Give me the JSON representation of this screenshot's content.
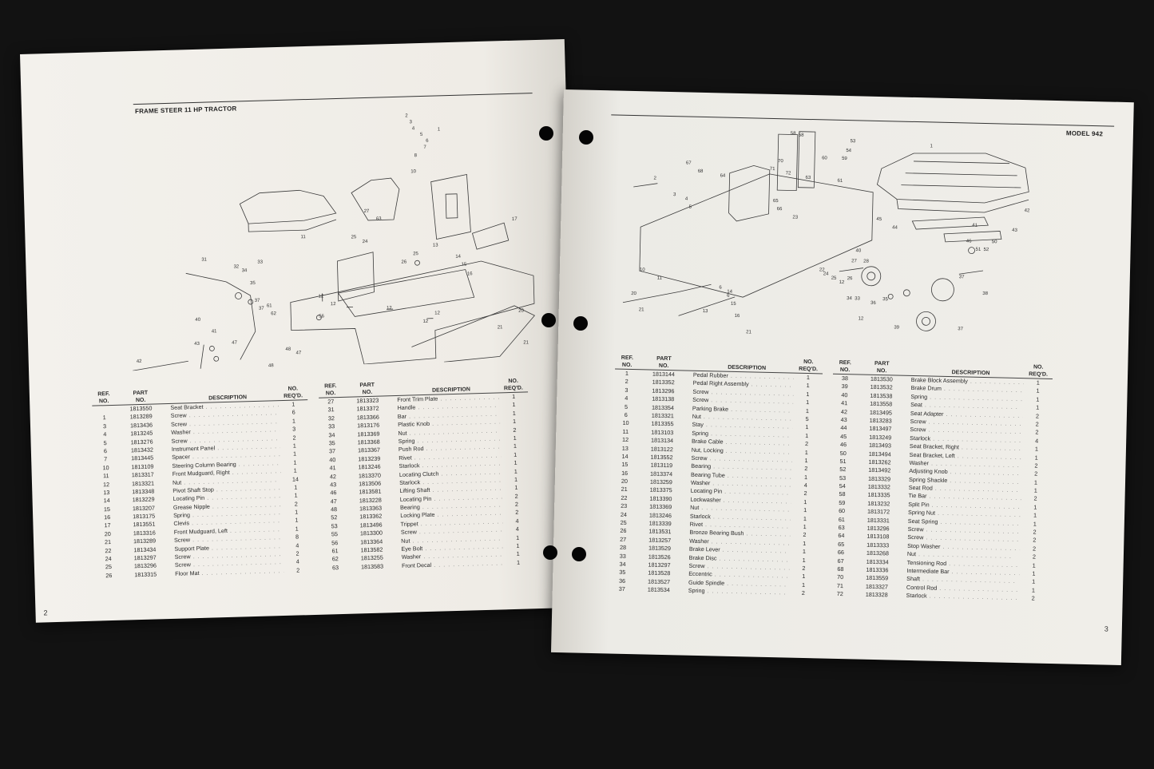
{
  "left_page": {
    "section_title": "FRAME STEER 11 HP TRACTOR",
    "page_number": "2",
    "headers": {
      "ref": [
        "REF.",
        "NO."
      ],
      "part": [
        "PART",
        "NO."
      ],
      "desc": "DESCRIPTION",
      "qty": [
        "NO.",
        "REQ'D."
      ]
    },
    "table_a": [
      {
        "ref": "",
        "part": "1813550",
        "desc": "Seat Bracket",
        "qty": "1"
      },
      {
        "ref": "1",
        "part": "1813289",
        "desc": "Screw",
        "qty": "6"
      },
      {
        "ref": "3",
        "part": "1813436",
        "desc": "Screw",
        "qty": "1"
      },
      {
        "ref": "4",
        "part": "1813245",
        "desc": "Washer",
        "qty": "3"
      },
      {
        "ref": "5",
        "part": "1813276",
        "desc": "Screw",
        "qty": "2"
      },
      {
        "ref": "6",
        "part": "1813432",
        "desc": "Instrument Panel",
        "qty": "1"
      },
      {
        "ref": "7",
        "part": "1813445",
        "desc": "Spacer",
        "qty": "1"
      },
      {
        "ref": "10",
        "part": "1813109",
        "desc": "Steering Column Bearing",
        "qty": "1"
      },
      {
        "ref": "11",
        "part": "1813317",
        "desc": "Front Mudguard, Right",
        "qty": "1"
      },
      {
        "ref": "12",
        "part": "1813321",
        "desc": "Nut",
        "qty": "14"
      },
      {
        "ref": "13",
        "part": "1813348",
        "desc": "Pivot Shaft Stop",
        "qty": "1"
      },
      {
        "ref": "14",
        "part": "1813229",
        "desc": "Locating Pin",
        "qty": "1"
      },
      {
        "ref": "15",
        "part": "1813207",
        "desc": "Grease Nipple",
        "qty": "2"
      },
      {
        "ref": "16",
        "part": "1813175",
        "desc": "Spring",
        "qty": "1"
      },
      {
        "ref": "17",
        "part": "1813551",
        "desc": "Clevis",
        "qty": "1"
      },
      {
        "ref": "20",
        "part": "1813316",
        "desc": "Front Mudguard, Left",
        "qty": "1"
      },
      {
        "ref": "21",
        "part": "1813289",
        "desc": "Screw",
        "qty": "8"
      },
      {
        "ref": "22",
        "part": "1813434",
        "desc": "Support Plate",
        "qty": "4"
      },
      {
        "ref": "24",
        "part": "1813297",
        "desc": "Screw",
        "qty": "2"
      },
      {
        "ref": "25",
        "part": "1813296",
        "desc": "Screw",
        "qty": "4"
      },
      {
        "ref": "26",
        "part": "1813315",
        "desc": "Floor Mat",
        "qty": "2"
      }
    ],
    "table_b": [
      {
        "ref": "27",
        "part": "1813323",
        "desc": "Front Trim Plate",
        "qty": "1"
      },
      {
        "ref": "31",
        "part": "1813372",
        "desc": "Handle",
        "qty": "1"
      },
      {
        "ref": "32",
        "part": "1813366",
        "desc": "Bar",
        "qty": "1"
      },
      {
        "ref": "33",
        "part": "1813176",
        "desc": "Plastic Knob",
        "qty": "1"
      },
      {
        "ref": "34",
        "part": "1813369",
        "desc": "Nut",
        "qty": "2"
      },
      {
        "ref": "35",
        "part": "1813368",
        "desc": "Spring",
        "qty": "1"
      },
      {
        "ref": "37",
        "part": "1813367",
        "desc": "Push Rod",
        "qty": "1"
      },
      {
        "ref": "40",
        "part": "1813239",
        "desc": "Rivet",
        "qty": "1"
      },
      {
        "ref": "41",
        "part": "1813246",
        "desc": "Starlock",
        "qty": "1"
      },
      {
        "ref": "42",
        "part": "1813370",
        "desc": "Locating Clutch",
        "qty": "1"
      },
      {
        "ref": "43",
        "part": "1813506",
        "desc": "Starlock",
        "qty": "1"
      },
      {
        "ref": "46",
        "part": "1813581",
        "desc": "Lifting Shaft",
        "qty": "1"
      },
      {
        "ref": "47",
        "part": "1813228",
        "desc": "Locating Pin",
        "qty": "2"
      },
      {
        "ref": "48",
        "part": "1813363",
        "desc": "Bearing",
        "qty": "2"
      },
      {
        "ref": "52",
        "part": "1813362",
        "desc": "Locking Plate",
        "qty": "2"
      },
      {
        "ref": "53",
        "part": "1813496",
        "desc": "Trippet",
        "qty": "4"
      },
      {
        "ref": "55",
        "part": "1813300",
        "desc": "Screw",
        "qty": "4"
      },
      {
        "ref": "56",
        "part": "1813364",
        "desc": "Nut",
        "qty": "1"
      },
      {
        "ref": "61",
        "part": "1813582",
        "desc": "Eye Bolt",
        "qty": "1"
      },
      {
        "ref": "62",
        "part": "1813255",
        "desc": "Washer",
        "qty": "1"
      },
      {
        "ref": "63",
        "part": "1813583",
        "desc": "Front Decal",
        "qty": "1"
      }
    ],
    "callouts": [
      "1",
      "2",
      "3",
      "4",
      "5",
      "6",
      "7",
      "8",
      "10",
      "11",
      "12",
      "12",
      "12",
      "12",
      "12",
      "13",
      "14",
      "15",
      "16",
      "17",
      "20",
      "21",
      "21",
      "24",
      "25",
      "25",
      "26",
      "27",
      "31",
      "32",
      "33",
      "34",
      "35",
      "37",
      "37",
      "40",
      "41",
      "42",
      "43",
      "46",
      "47",
      "47",
      "48",
      "48",
      "52",
      "53",
      "55",
      "56",
      "61",
      "62",
      "63"
    ]
  },
  "right_page": {
    "section_title": "MODEL 942",
    "page_number": "3",
    "headers": {
      "ref": [
        "REF.",
        "NO."
      ],
      "part": [
        "PART",
        "NO."
      ],
      "desc": "DESCRIPTION",
      "qty": [
        "NO.",
        "REQ'D."
      ]
    },
    "table_a": [
      {
        "ref": "1",
        "part": "1813144",
        "desc": "Pedal Rubber",
        "qty": "1"
      },
      {
        "ref": "2",
        "part": "1813352",
        "desc": "Pedal Right Assembly",
        "qty": "1"
      },
      {
        "ref": "3",
        "part": "1813296",
        "desc": "Screw",
        "qty": "1"
      },
      {
        "ref": "4",
        "part": "1813138",
        "desc": "Screw",
        "qty": "1"
      },
      {
        "ref": "5",
        "part": "1813354",
        "desc": "Parking Brake",
        "qty": "1"
      },
      {
        "ref": "6",
        "part": "1813321",
        "desc": "Nut",
        "qty": "5"
      },
      {
        "ref": "10",
        "part": "1813355",
        "desc": "Stay",
        "qty": "1"
      },
      {
        "ref": "11",
        "part": "1813103",
        "desc": "Spring",
        "qty": "1"
      },
      {
        "ref": "12",
        "part": "1813134",
        "desc": "Brake Cable",
        "qty": "2"
      },
      {
        "ref": "13",
        "part": "1813122",
        "desc": "Nut, Locking",
        "qty": "1"
      },
      {
        "ref": "14",
        "part": "1813552",
        "desc": "Screw",
        "qty": "1"
      },
      {
        "ref": "15",
        "part": "1813119",
        "desc": "Bearing",
        "qty": "2"
      },
      {
        "ref": "16",
        "part": "1813374",
        "desc": "Bearing Tube",
        "qty": "1"
      },
      {
        "ref": "20",
        "part": "1813259",
        "desc": "Washer",
        "qty": "4"
      },
      {
        "ref": "21",
        "part": "1813375",
        "desc": "Locating Pin",
        "qty": "2"
      },
      {
        "ref": "22",
        "part": "1813390",
        "desc": "Lockwasher",
        "qty": "1"
      },
      {
        "ref": "23",
        "part": "1813369",
        "desc": "Nut",
        "qty": "1"
      },
      {
        "ref": "24",
        "part": "1813246",
        "desc": "Starlock",
        "qty": "1"
      },
      {
        "ref": "25",
        "part": "1813339",
        "desc": "Rivet",
        "qty": "1"
      },
      {
        "ref": "26",
        "part": "1813531",
        "desc": "Bronze Bearing Bush",
        "qty": "2"
      },
      {
        "ref": "27",
        "part": "1813257",
        "desc": "Washer",
        "qty": "1"
      },
      {
        "ref": "28",
        "part": "1813529",
        "desc": "Brake Lever",
        "qty": "1"
      },
      {
        "ref": "33",
        "part": "1813526",
        "desc": "Brake Disc",
        "qty": "1"
      },
      {
        "ref": "34",
        "part": "1813297",
        "desc": "Screw",
        "qty": "2"
      },
      {
        "ref": "35",
        "part": "1813528",
        "desc": "Eccentric",
        "qty": "1"
      },
      {
        "ref": "36",
        "part": "1813527",
        "desc": "Guide Spindle",
        "qty": "1"
      },
      {
        "ref": "37",
        "part": "1813534",
        "desc": "Spring",
        "qty": "2"
      }
    ],
    "table_b": [
      {
        "ref": "38",
        "part": "1813530",
        "desc": "Brake Block Assembly",
        "qty": "1"
      },
      {
        "ref": "39",
        "part": "1813532",
        "desc": "Brake Drum",
        "qty": "1"
      },
      {
        "ref": "40",
        "part": "1813538",
        "desc": "Spring",
        "qty": "1"
      },
      {
        "ref": "41",
        "part": "1813558",
        "desc": "Seat",
        "qty": "1"
      },
      {
        "ref": "42",
        "part": "1813495",
        "desc": "Seat Adapter",
        "qty": "2"
      },
      {
        "ref": "43",
        "part": "1813283",
        "desc": "Screw",
        "qty": "2"
      },
      {
        "ref": "44",
        "part": "1813497",
        "desc": "Screw",
        "qty": "2"
      },
      {
        "ref": "45",
        "part": "1813249",
        "desc": "Starlock",
        "qty": "4"
      },
      {
        "ref": "46",
        "part": "1813493",
        "desc": "Seat Bracket, Right",
        "qty": "1"
      },
      {
        "ref": "50",
        "part": "1813494",
        "desc": "Seat Bracket, Left",
        "qty": "1"
      },
      {
        "ref": "51",
        "part": "1813262",
        "desc": "Washer",
        "qty": "2"
      },
      {
        "ref": "52",
        "part": "1813492",
        "desc": "Adjusting Knob",
        "qty": "2"
      },
      {
        "ref": "53",
        "part": "1813329",
        "desc": "Spring Shackle",
        "qty": "1"
      },
      {
        "ref": "54",
        "part": "1813332",
        "desc": "Seat Rod",
        "qty": "1"
      },
      {
        "ref": "58",
        "part": "1813335",
        "desc": "Tie Bar",
        "qty": "2"
      },
      {
        "ref": "59",
        "part": "1813232",
        "desc": "Split Pin",
        "qty": "1"
      },
      {
        "ref": "60",
        "part": "1813172",
        "desc": "Spring Nut",
        "qty": "1"
      },
      {
        "ref": "61",
        "part": "1813331",
        "desc": "Seat Spring",
        "qty": "1"
      },
      {
        "ref": "63",
        "part": "1813296",
        "desc": "Screw",
        "qty": "2"
      },
      {
        "ref": "64",
        "part": "1813108",
        "desc": "Screw",
        "qty": "2"
      },
      {
        "ref": "65",
        "part": "1813333",
        "desc": "Stop Washer",
        "qty": "2"
      },
      {
        "ref": "66",
        "part": "1813268",
        "desc": "Nut",
        "qty": "2"
      },
      {
        "ref": "67",
        "part": "1813334",
        "desc": "Tensioning Rod",
        "qty": "1"
      },
      {
        "ref": "68",
        "part": "1813336",
        "desc": "Intermediate Bar",
        "qty": "1"
      },
      {
        "ref": "70",
        "part": "1813559",
        "desc": "Shaft",
        "qty": "1"
      },
      {
        "ref": "71",
        "part": "1813327",
        "desc": "Control Rod",
        "qty": "1"
      },
      {
        "ref": "72",
        "part": "1813328",
        "desc": "Starlock",
        "qty": "2"
      }
    ],
    "callouts": [
      "1",
      "2",
      "3",
      "4",
      "5",
      "6",
      "6",
      "10",
      "11",
      "12",
      "12",
      "13",
      "14",
      "15",
      "16",
      "20",
      "21",
      "21",
      "22",
      "23",
      "24",
      "25",
      "26",
      "27",
      "28",
      "33",
      "34",
      "35",
      "36",
      "37",
      "37",
      "38",
      "39",
      "40",
      "41",
      "42",
      "43",
      "44",
      "45",
      "46",
      "50",
      "51",
      "52",
      "53",
      "54",
      "58",
      "58",
      "59",
      "60",
      "61",
      "63",
      "64",
      "65",
      "66",
      "67",
      "68",
      "70",
      "71",
      "72"
    ]
  }
}
